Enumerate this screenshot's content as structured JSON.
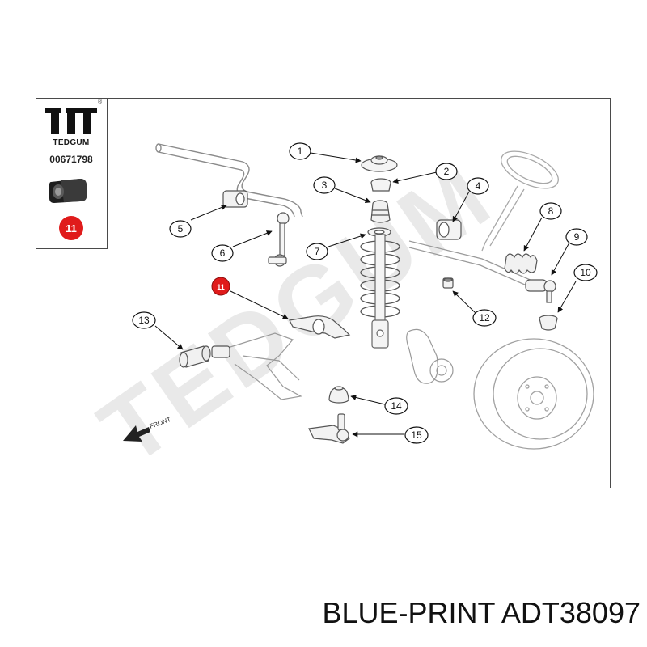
{
  "logo": {
    "brand": "TEDGUM",
    "registered_mark": "®"
  },
  "part_number": "00671798",
  "highlight_badge": {
    "label": "11",
    "color": "#e01b1b"
  },
  "watermark": "TEDGUM",
  "front_label": "FRONT",
  "callouts": [
    {
      "label": "1"
    },
    {
      "label": "2"
    },
    {
      "label": "3"
    },
    {
      "label": "4"
    },
    {
      "label": "5"
    },
    {
      "label": "6"
    },
    {
      "label": "7"
    },
    {
      "label": "8"
    },
    {
      "label": "9"
    },
    {
      "label": "10"
    },
    {
      "label": "11",
      "highlighted": true
    },
    {
      "label": "12"
    },
    {
      "label": "13"
    },
    {
      "label": "14"
    },
    {
      "label": "15"
    }
  ],
  "caption": "BLUE-PRINT ADT38097"
}
